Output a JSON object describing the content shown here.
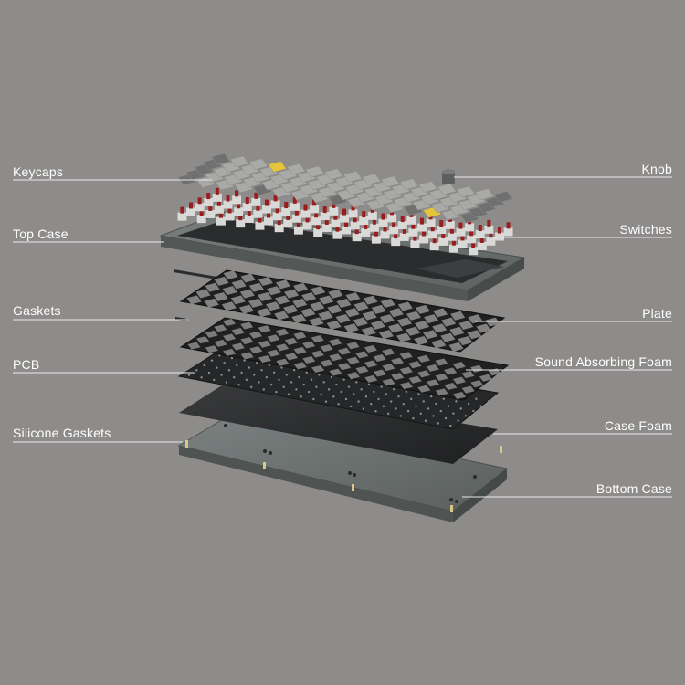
{
  "diagram": {
    "left_labels": [
      {
        "id": "keycaps",
        "text": "Keycaps"
      },
      {
        "id": "top-case",
        "text": "Top Case"
      },
      {
        "id": "gaskets",
        "text": "Gaskets"
      },
      {
        "id": "pcb",
        "text": "PCB"
      },
      {
        "id": "silicone-gaskets",
        "text": "Silicone Gaskets"
      }
    ],
    "right_labels": [
      {
        "id": "knob",
        "text": "Knob"
      },
      {
        "id": "switches",
        "text": "Switches"
      },
      {
        "id": "plate",
        "text": "Plate"
      },
      {
        "id": "sound-absorbing-foam",
        "text": "Sound Absorbing Foam"
      },
      {
        "id": "case-foam",
        "text": "Case Foam"
      },
      {
        "id": "bottom-case",
        "text": "Bottom Case"
      }
    ]
  },
  "colors": {
    "background": "#8e8c8a",
    "label": "#ffffff",
    "keycap_grey": "#a9a9a7",
    "keycap_dark": "#6f706f",
    "accent_yellow": "#e3c53a",
    "switch_red": "#9a1c1c",
    "case_grey": "#6d7271",
    "plate_black": "#1e1f20",
    "foam_black": "#2b2c2d"
  }
}
